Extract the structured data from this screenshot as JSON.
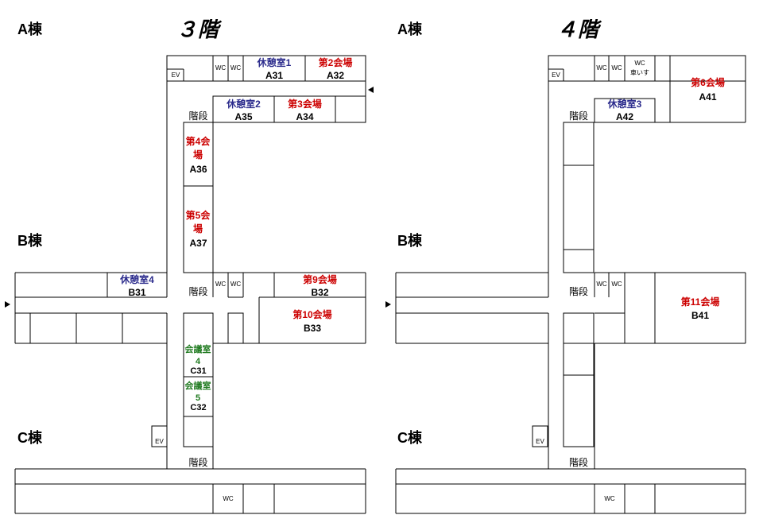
{
  "buildings": {
    "a": "A棟",
    "b": "B棟",
    "c": "C棟"
  },
  "floors": {
    "third": "３階",
    "fourth": "４階"
  },
  "common": {
    "ev": "EV",
    "wc": "WC",
    "stairs": "階段",
    "wheelchair": "車いす"
  },
  "third": {
    "lounge1": "休憩室1",
    "a31": "A31",
    "hall2": "第2会場",
    "a32": "A32",
    "lounge2": "休憩室2",
    "a35": "A35",
    "hall3": "第3会場",
    "a34": "A34",
    "hall4": "第4会場",
    "a36": "A36",
    "hall5": "第5会場",
    "a37": "A37",
    "lounge4": "休憩室4",
    "b31": "B31",
    "hall9": "第9会場",
    "b32": "B32",
    "hall10": "第10会場",
    "b33": "B33",
    "conf4": "会議室4",
    "c31": "C31",
    "conf5": "会議室5",
    "c32": "C32"
  },
  "fourth": {
    "hall6": "第6会場",
    "a41": "A41",
    "lounge3": "休憩室3",
    "a42": "A42",
    "hall11": "第11会場",
    "b41": "B41"
  },
  "colors": {
    "hall": "#cc0000",
    "lounge": "#2b2b8c",
    "meeting": "#1f7a1f",
    "line": "#000000"
  }
}
